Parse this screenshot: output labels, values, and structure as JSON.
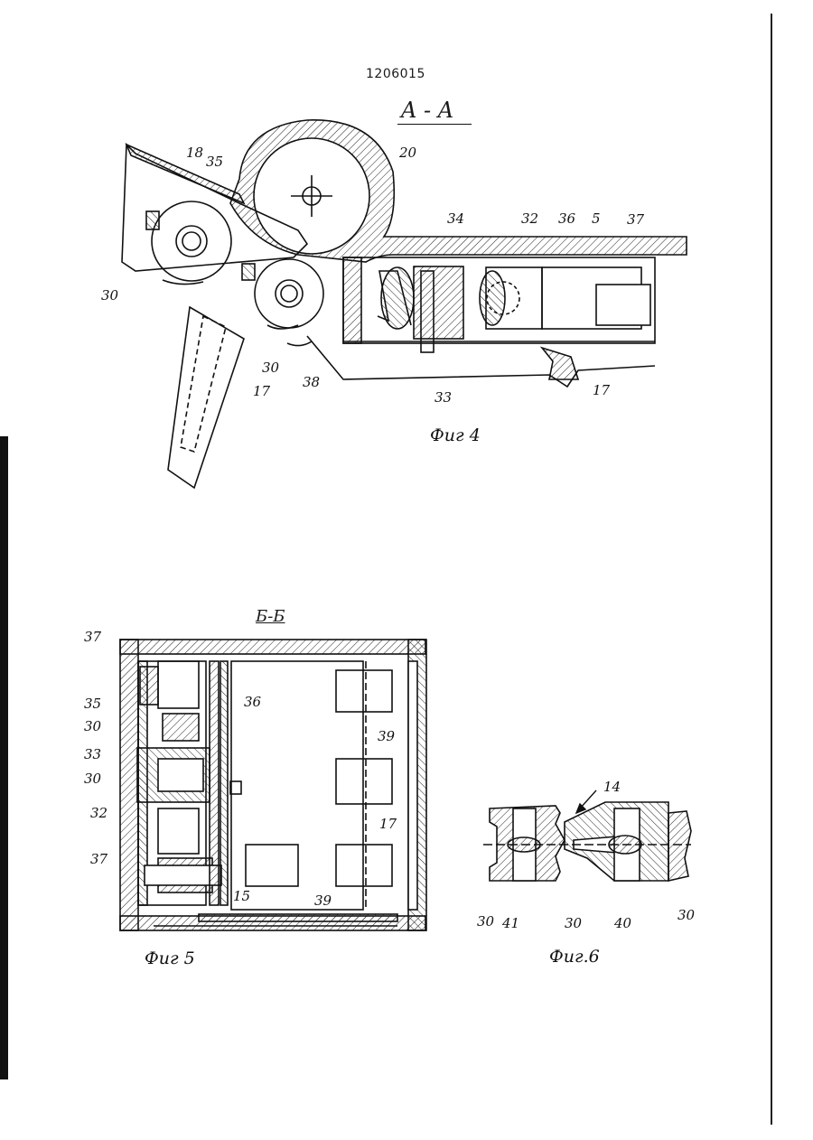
{
  "document": {
    "number": "1206015",
    "section_aa": "A - A",
    "section_bb": "Б-Б"
  },
  "figures": {
    "fig4": {
      "caption": "Фиг 4",
      "labels": {
        "l18": "18",
        "l35": "35",
        "l20": "20",
        "l34": "34",
        "l32": "32",
        "l36": "36",
        "l5": "5",
        "l37": "37",
        "l30a": "30",
        "l30b": "30",
        "l17a": "17",
        "l38": "38",
        "l33": "33",
        "l17b": "17"
      }
    },
    "fig5": {
      "caption": "Фиг 5",
      "labels": {
        "l37a": "37",
        "l35": "35",
        "l30a": "30",
        "l33": "33",
        "l30b": "30",
        "l32": "32",
        "l37b": "37",
        "l36": "36",
        "l39a": "39",
        "l17": "17",
        "l15": "15",
        "l39b": "39"
      }
    },
    "fig6": {
      "caption": "Фиг.6",
      "labels": {
        "l14": "14",
        "l30a": "30",
        "l41": "41",
        "l30b": "30",
        "l40": "40",
        "l30c": "30"
      }
    }
  }
}
